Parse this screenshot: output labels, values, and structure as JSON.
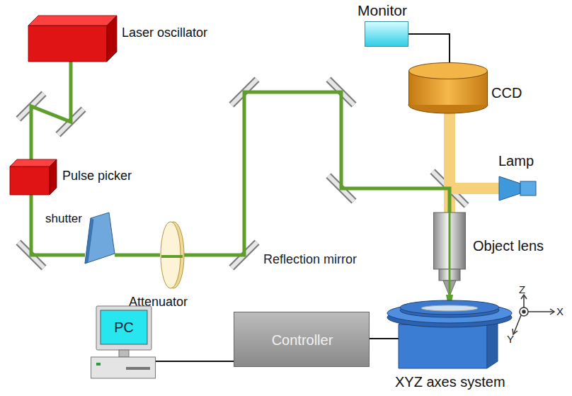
{
  "diagram": {
    "nodes": [
      {
        "text": [
          "Monitor"
        ]
      },
      {
        "text": [
          "Laser oscillator"
        ]
      },
      {
        "text": [
          "CCD"
        ]
      },
      {
        "text": [
          "Pulse picker"
        ]
      },
      {
        "text": [
          "Lamp"
        ]
      },
      {
        "text": [
          "shutter"
        ]
      },
      {
        "text": [
          "Attenuator"
        ]
      },
      {
        "text": [
          "Object lens"
        ]
      },
      {
        "text": [
          "PC"
        ]
      },
      {
        "text": [
          "Controller"
        ]
      },
      {
        "text": [
          "XYZ axes system"
        ]
      }
    ],
    "edges": [
      {
        "from": 1,
        "to": 3,
        "arrow": "none"
      },
      {
        "from": 3,
        "to": 5,
        "arrow": "none"
      },
      {
        "from": 5,
        "to": 6,
        "arrow": "none"
      },
      {
        "from": 6,
        "to": 7,
        "arrow": "none"
      },
      {
        "from": 0,
        "to": 2,
        "arrow": "none"
      },
      {
        "from": 4,
        "to": 2,
        "arrow": "none"
      },
      {
        "from": 8,
        "to": 9,
        "arrow": "none"
      },
      {
        "from": 9,
        "to": 10,
        "arrow": "none"
      }
    ],
    "labels": [
      "Reflection mirror",
      "Z",
      "X",
      "Y"
    ]
  }
}
